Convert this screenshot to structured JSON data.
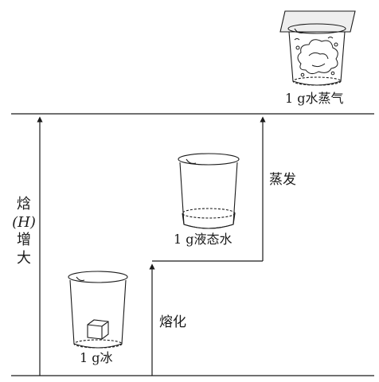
{
  "axis": {
    "label_line1": "焓",
    "label_line2": "(H)",
    "label_line3": "增",
    "label_line4": "大"
  },
  "states": {
    "ice": "1 g冰",
    "liquid": "1 g液态水",
    "vapor": "1 g水蒸气"
  },
  "processes": {
    "melting": "熔化",
    "evaporation": "蒸发"
  }
}
